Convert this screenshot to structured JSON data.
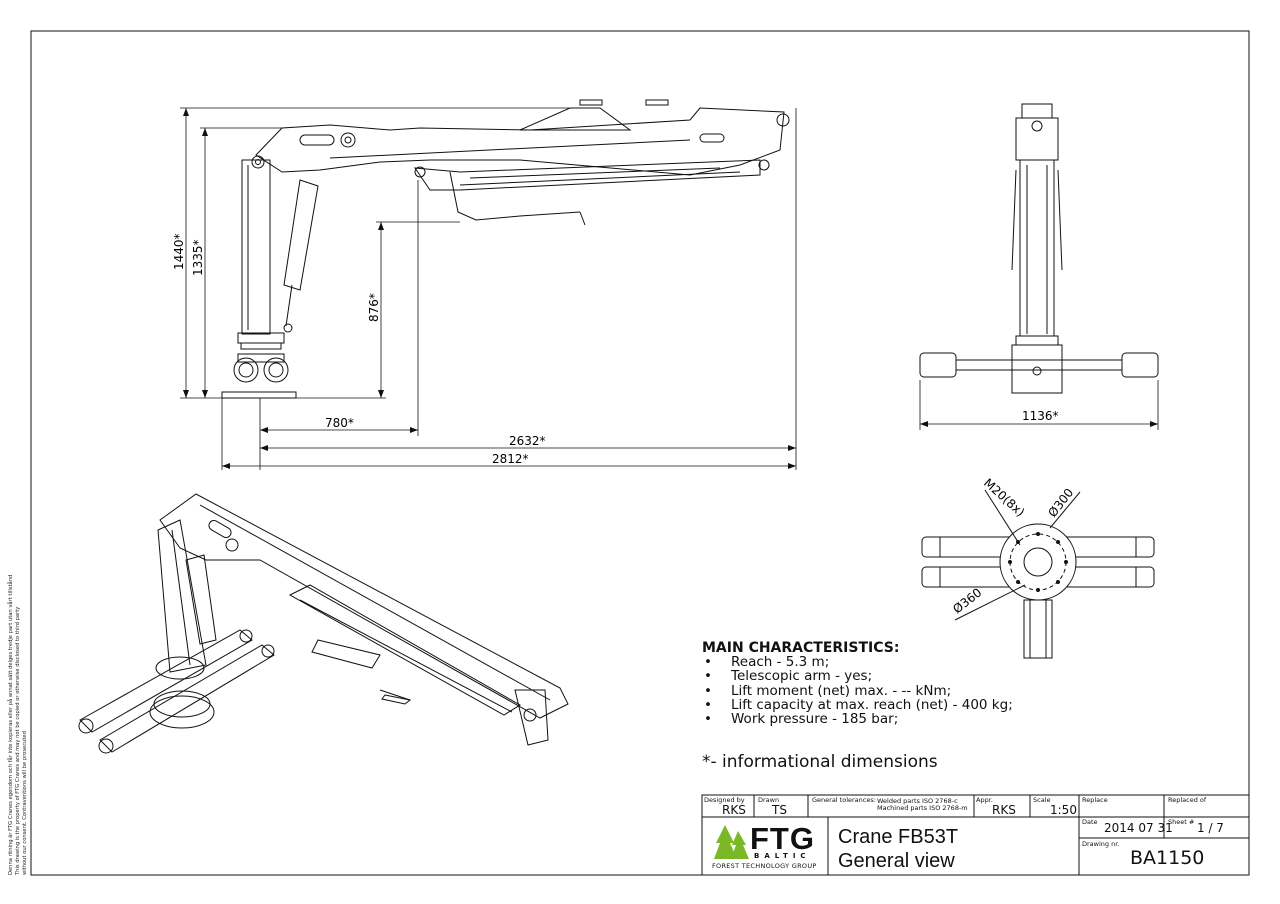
{
  "dimensions": {
    "side_height_total": "1440*",
    "side_height_pin": "1335*",
    "side_height_tip": "876*",
    "side_offset": "780*",
    "side_reach_pin": "2632*",
    "side_reach_total": "2812*",
    "front_width": "1136*",
    "bolt_spec": "M20(8x)",
    "bolt_circle": "Ø300",
    "base_diameter": "Ø360"
  },
  "characteristics": {
    "heading": "MAIN CHARACTERISTICS:",
    "items": [
      "Reach - 5.3 m;",
      "Telescopic arm - yes;",
      "Lift moment (net) max. - -- kNm;",
      "Lift capacity at max. reach (net) - 400 kg;",
      "Work pressure - 185 bar;"
    ]
  },
  "informational_note": "*- informational dimensions",
  "side_note": [
    "Denna ritning är FTG Cranes egendom och får inte kopieras eller på annat sätt delges tredje part utan vårt tillstånd",
    "This drawing is the property of FTG Cranes and may not be copied or otherwise disclosed to third party",
    "without our consent. Contraventions will be prosecuted"
  ],
  "title_block": {
    "designed_by_label": "Designed by",
    "designed_by": "RKS",
    "drawn_label": "Drawn",
    "drawn": "TS",
    "tolerances_label": "General tolerances:",
    "tol_welded": "Welded parts    ISO 2768-c",
    "tol_machined": "Machined parts ISO 2768-m",
    "appr_label": "Appr.",
    "appr": "RKS",
    "scale_label": "Scale",
    "scale": "1:50",
    "replace_label": "Replace",
    "replaced_of_label": "Replaced of",
    "date_label": "Date",
    "date": "2014 07 31",
    "sheet_label": "Sheet #",
    "sheet": "1 / 7",
    "drawing_nr_label": "Drawing nr.",
    "drawing_nr": "BA1150",
    "title_line1": "Crane FB53T",
    "title_line2": "General view",
    "logo_main": "FTG",
    "logo_sub": "BALTIC",
    "logo_group": "FOREST TECHNOLOGY GROUP"
  },
  "colors": {
    "line": "#111111",
    "logo_green": "#7ab828"
  }
}
